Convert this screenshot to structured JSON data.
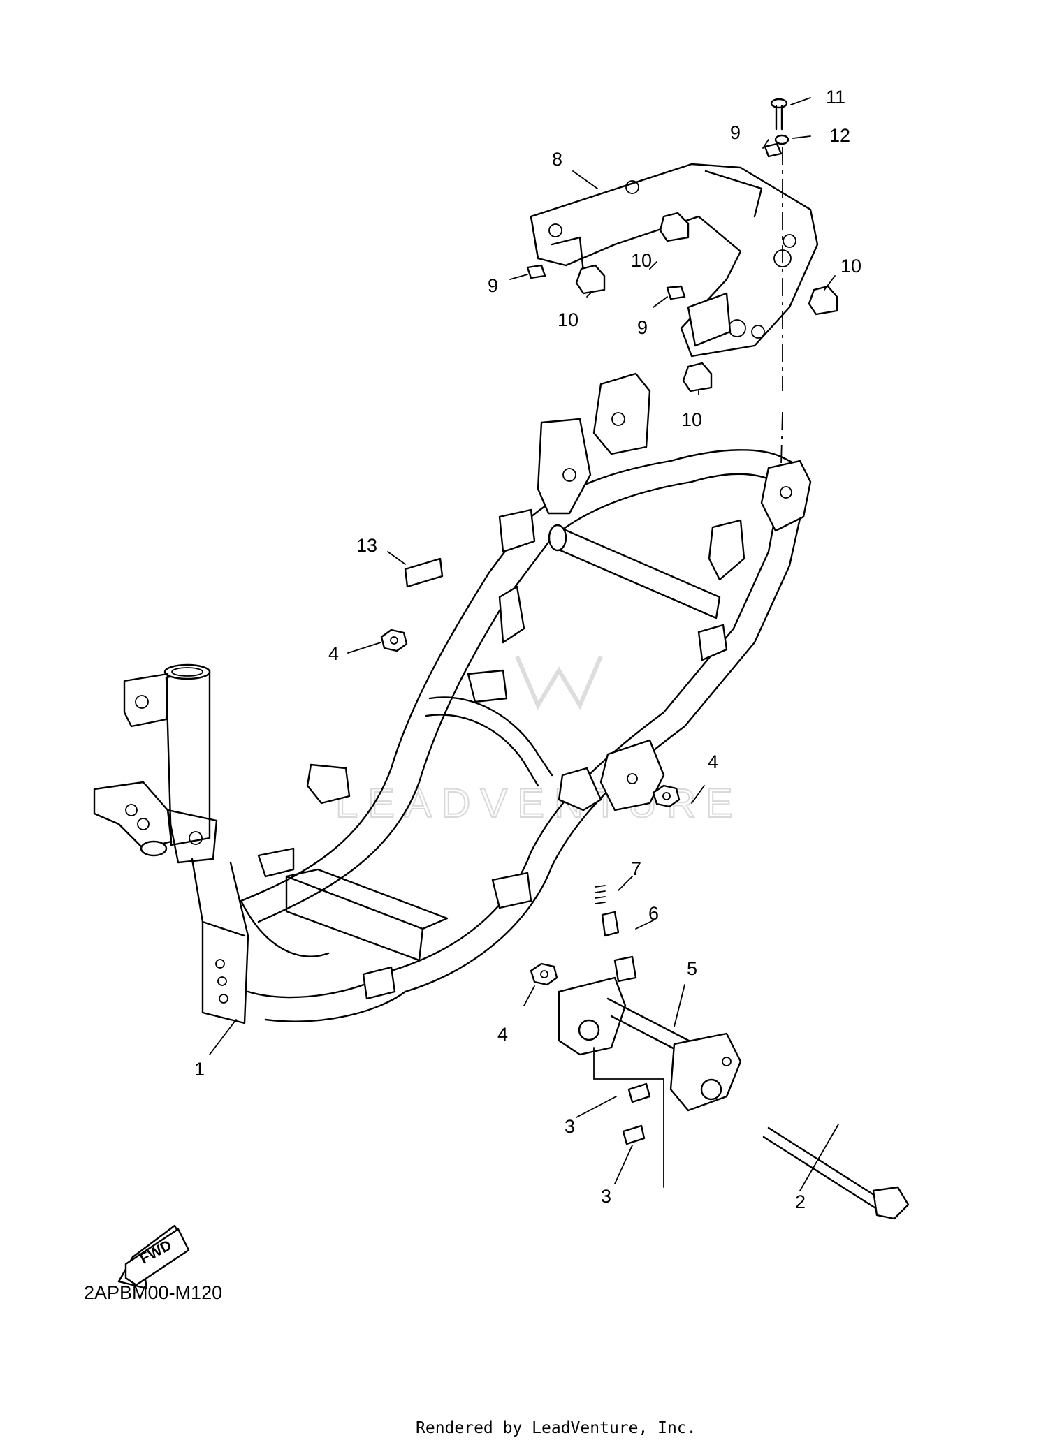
{
  "diagram": {
    "code": "2APBM00-M120",
    "credit": "Rendered by LeadVenture, Inc.",
    "watermark": "LEADVENTURE",
    "fwd_label": "FWD",
    "callouts": [
      "1",
      "2",
      "3",
      "3",
      "4",
      "4",
      "4",
      "5",
      "6",
      "7",
      "8",
      "9",
      "9",
      "9",
      "10",
      "10",
      "10",
      "10",
      "11",
      "12",
      "13"
    ]
  }
}
